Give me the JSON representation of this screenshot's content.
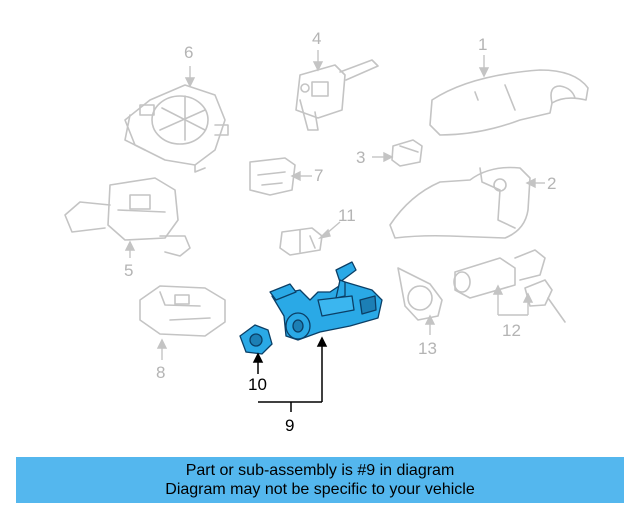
{
  "diagram": {
    "callouts": {
      "c1": "1",
      "c2": "2",
      "c3": "3",
      "c4": "4",
      "c5": "5",
      "c6": "6",
      "c7": "7",
      "c8": "8",
      "c9": "9",
      "c10": "10",
      "c11": "11",
      "c12": "12",
      "c13": "13"
    },
    "highlight_color": "#2aa9e6",
    "ghost_color": "#c4c4c4"
  },
  "banner": {
    "line1": "Part or sub-assembly is #9 in diagram",
    "line2": "Diagram may not be specific to your vehicle",
    "background": "#54b7ee"
  }
}
